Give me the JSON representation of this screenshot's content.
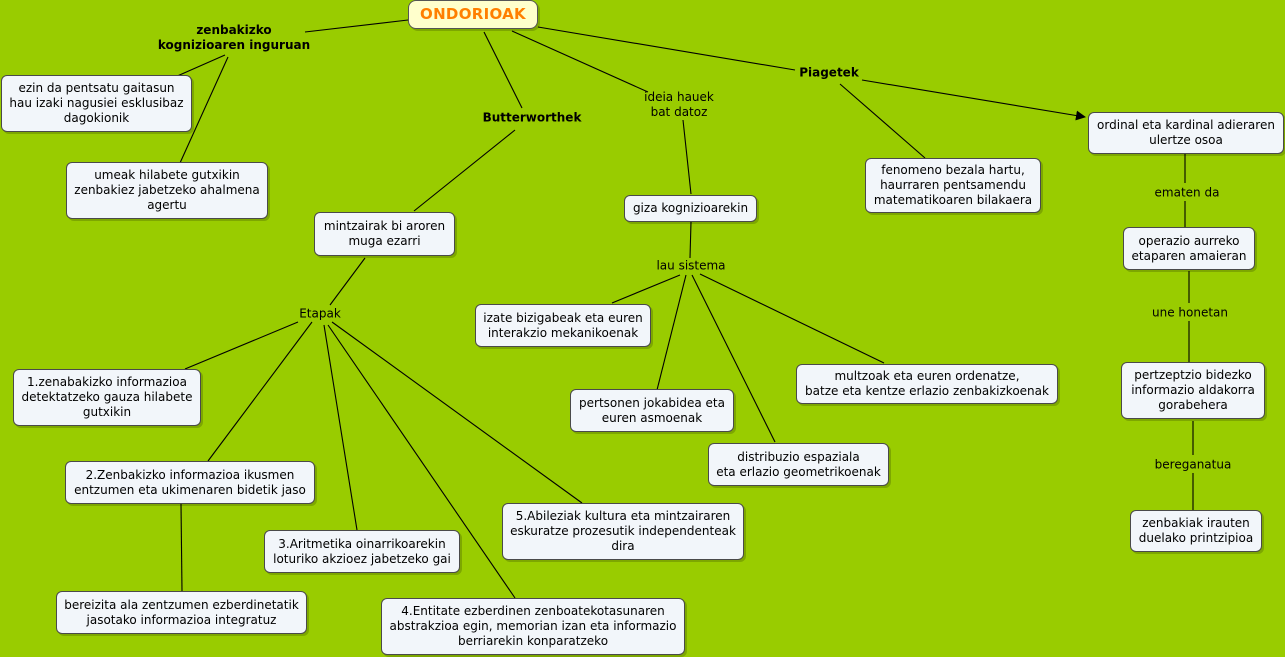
{
  "root": "ONDORIOAK",
  "links": {
    "zenbakizko": "zenbakizko\nkognizioaren inguruan",
    "butterworthek": "Butterworthek",
    "ideia": "ideia hauek\nbat datoz",
    "piagetek": "Piagetek",
    "etapak": "Etapak",
    "lau_sistema": "lau sistema",
    "ematen_da": "ematen da",
    "une_honetan": "une honetan",
    "bereganatua": "bereganatua"
  },
  "nodes": {
    "ezin": "ezin da pentsatu gaitasun\nhau izaki nagusiei esklusibaz\ndagokionik",
    "umeak": "umeak hilabete gutxikin\nzenbakiez jabetzeko ahalmena\nagertu",
    "mintzairak": "mintzairak bi aroren\nmuga ezarri",
    "etapa1": "1.zenabakizko informazioa\ndetektatzeko gauza hilabete\ngutxikin",
    "etapa2": "2.Zenbakizko informazioa ikusmen\nentzumen eta ukimenaren bidetik jaso",
    "bereizita": "bereizita ala zentzumen ezberdinetatik\njasotako informazioa integratuz",
    "etapa3": "3.Aritmetika oinarrikoarekin\nloturiko akzioez jabetzeko gai",
    "etapa4": "4.Entitate ezberdinen zenboatekotasunaren\nabstrakzioa egin, memorian izan eta informazio\nberriarekin konparatzeko",
    "etapa5": "5.Abileziak kultura eta mintzairaren\neskuratze prozesutik independenteak\ndira",
    "giza": "giza kognizioarekin",
    "izate": "izate bizigabeak eta euren\ninterakzio mekanikoenak",
    "pertsonen": "pertsonen jokabidea eta\neuren asmoenak",
    "distribuzio": "distribuzio espaziala\neta erlazio geometrikoenak",
    "multzoak": "multzoak eta euren ordenatze,\nbatze eta kentze erlazio zenbakizkoenak",
    "fenomeno": "fenomeno bezala hartu,\nhaurraren pentsamendu\nmatematikoaren bilakaera",
    "ordinal": "ordinal eta kardinal adieraren\nulertze osoa",
    "operazio": "operazio aurreko\netaparen amaieran",
    "pertzeptzio": "pertzeptzio bidezko\ninformazio aldakorra\ngorabehera",
    "zenbakiak": "zenbakiak irauten\nduelako printzipioa"
  }
}
